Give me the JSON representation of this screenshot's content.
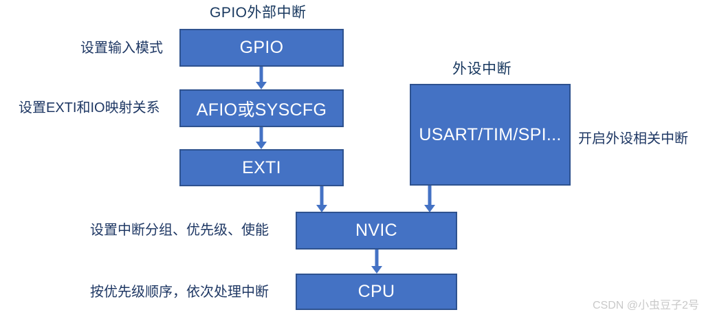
{
  "diagram": {
    "title_gpio_path": "GPIO外部中断",
    "title_periph_path": "外设中断",
    "boxes": {
      "gpio": "GPIO",
      "afio": "AFIO或SYSCFG",
      "exti": "EXTI",
      "periph": "USART/TIM/SPI...",
      "nvic": "NVIC",
      "cpu": "CPU"
    },
    "annotations": {
      "gpio_note": "设置输入模式",
      "afio_note": "设置EXTI和IO映射关系",
      "periph_note": "开启外设相关中断",
      "nvic_note": "设置中断分组、优先级、使能",
      "cpu_note": "按优先级顺序，依次处理中断"
    },
    "colors": {
      "box_fill": "#4472C4",
      "box_border": "#2E528F",
      "box_text": "#FFFFFF",
      "title_text": "#17375E",
      "annotation_text": "#1F3864",
      "arrow": "#4472C4",
      "background": "#FFFFFF",
      "watermark_text": "#C9C9C9"
    }
  },
  "watermark": {
    "text": "CSDN @小虫豆子2号"
  }
}
